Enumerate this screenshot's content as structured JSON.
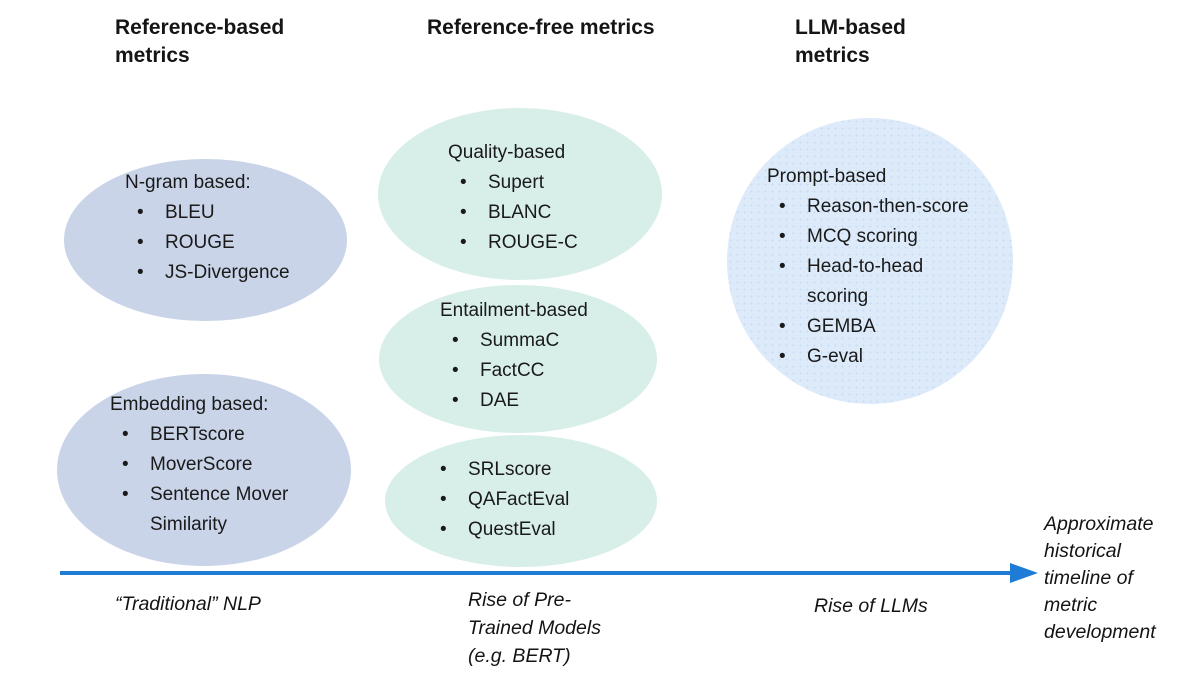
{
  "colors": {
    "left-fill": "#c9d4e8",
    "mid-fill": "#d8efe9",
    "right-fill": "#ddeafa",
    "right-dot": "#c7dcf2",
    "arrow": "#1f7cd6"
  },
  "headings": {
    "reference_based": "Reference-based\nmetrics",
    "reference_free": "Reference-free metrics",
    "llm_based": "LLM-based\nmetrics"
  },
  "ellipses": {
    "ngram": {
      "title": "N-gram based:",
      "items": [
        "BLEU",
        "ROUGE",
        "JS-Divergence"
      ]
    },
    "embedding": {
      "title": "Embedding based:",
      "items": [
        "BERTscore",
        "MoverScore",
        "Sentence Mover Similarity"
      ]
    },
    "quality": {
      "title": "Quality-based",
      "items": [
        "Supert",
        "BLANC",
        "ROUGE-C"
      ]
    },
    "entailment": {
      "title": "Entailment-based",
      "items": [
        "SummaC",
        "FactCC",
        "DAE"
      ]
    },
    "qa": {
      "items": [
        "SRLscore",
        "QAFactEval",
        "QuestEval"
      ]
    },
    "prompt": {
      "title": "Prompt-based",
      "items": [
        "Reason-then-score",
        "MCQ scoring",
        "Head-to-head scoring",
        "GEMBA",
        "G-eval"
      ]
    }
  },
  "timeline": {
    "era_traditional": "“Traditional” NLP",
    "era_pretrained": "Rise of Pre-\nTrained Models\n(e.g. BERT)",
    "era_llms": "Rise of LLMs",
    "caption": "Approximate\nhistorical\ntimeline of\nmetric\ndevelopment"
  }
}
